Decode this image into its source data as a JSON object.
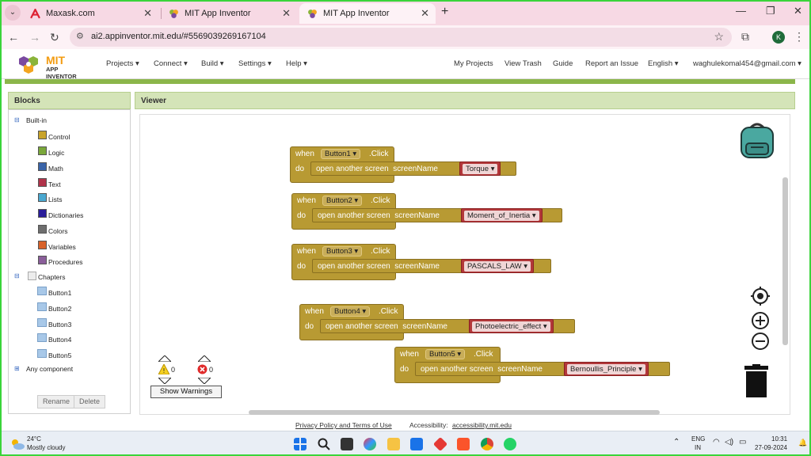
{
  "browser": {
    "tabs": [
      {
        "title": "Maxask.com",
        "active": false
      },
      {
        "title": "MIT App Inventor",
        "active": false
      },
      {
        "title": "MIT App Inventor",
        "active": true
      }
    ],
    "url": "ai2.appinventor.mit.edu/#5569039269167104",
    "profile_initial": "K"
  },
  "app": {
    "logo_title": "MIT",
    "logo_subtitle": "APP INVENTOR",
    "menus": [
      "Projects ▾",
      "Connect ▾",
      "Build ▾",
      "Settings ▾",
      "Help ▾"
    ],
    "right_links": [
      "My Projects",
      "View Trash",
      "Guide",
      "Report an Issue",
      "English ▾",
      "waghulekomal454@gmail.com ▾"
    ]
  },
  "blocks_panel": {
    "title": "Blocks",
    "builtin_label": "Built-in",
    "builtin": [
      {
        "label": "Control",
        "color": "#c8a32a"
      },
      {
        "label": "Logic",
        "color": "#7aa73a"
      },
      {
        "label": "Math",
        "color": "#3a64a8"
      },
      {
        "label": "Text",
        "color": "#b0334a"
      },
      {
        "label": "Lists",
        "color": "#4aa8d0"
      },
      {
        "label": "Dictionaries",
        "color": "#2a1e9a"
      },
      {
        "label": "Colors",
        "color": "#6e6e6e"
      },
      {
        "label": "Variables",
        "color": "#d8622a"
      },
      {
        "label": "Procedures",
        "color": "#8a5e9a"
      }
    ],
    "screen_label": "Chapters",
    "components": [
      "Button1",
      "Button2",
      "Button3",
      "Button4",
      "Button5"
    ],
    "any_component": "Any component",
    "rename": "Rename",
    "delete": "Delete"
  },
  "viewer": {
    "title": "Viewer",
    "blocks": [
      {
        "when": "when",
        "component": "Button1",
        "event": ".Click",
        "do": "do",
        "action": "open another screen  screenName",
        "screen": "Torque"
      },
      {
        "when": "when",
        "component": "Button2",
        "event": ".Click",
        "do": "do",
        "action": "open another screen  screenName",
        "screen": "Moment_of_Inertia"
      },
      {
        "when": "when",
        "component": "Button3",
        "event": ".Click",
        "do": "do",
        "action": "open another screen  screenName",
        "screen": "PASCALS_LAW"
      },
      {
        "when": "when",
        "component": "Button4",
        "event": ".Click",
        "do": "do",
        "action": "open another screen  screenName",
        "screen": "Photoelectric_effect"
      },
      {
        "when": "when",
        "component": "Button5",
        "event": ".Click",
        "do": "do",
        "action": "open another screen  screenName",
        "screen": "Bernoullis_Principle"
      }
    ],
    "warnings_count": "0",
    "errors_count": "0",
    "show_warnings": "Show Warnings"
  },
  "footer": {
    "privacy": "Privacy Policy and Terms of Use",
    "accessibility_label": "Accessibility:",
    "accessibility_link": "accessibility.mit.edu"
  },
  "taskbar": {
    "temp": "24°C",
    "weather": "Mostly cloudy",
    "lang1": "ENG",
    "lang2": "IN",
    "time": "10:31",
    "date": "27-09-2024"
  }
}
